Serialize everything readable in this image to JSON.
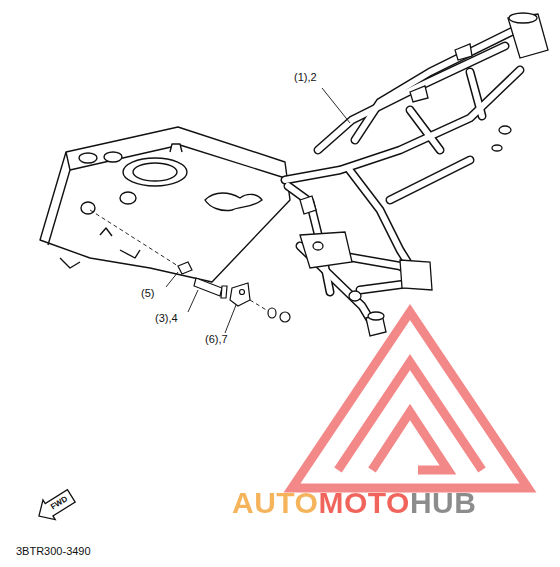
{
  "diagram": {
    "nodes": [
      {
        "text": [
          "FWD"
        ]
      }
    ],
    "edges": [],
    "labels": [
      "(1),2",
      "(5)",
      "(3),4",
      "(6),7",
      "3BTR300-3490",
      "AUTOMOTOHUB"
    ]
  }
}
